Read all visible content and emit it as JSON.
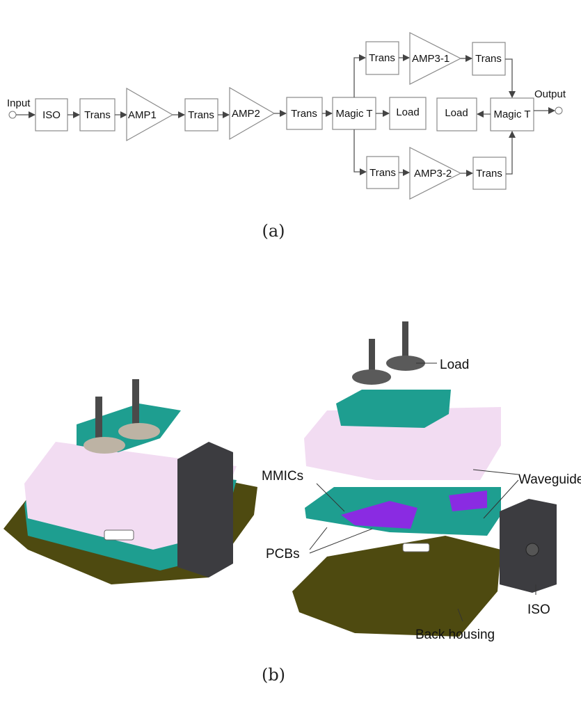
{
  "panel_a": {
    "caption": "(a)",
    "input_label": "Input",
    "output_label": "Output",
    "blocks": {
      "iso": "ISO",
      "trans1": "Trans",
      "amp1": "AMP1",
      "trans2": "Trans",
      "amp2": "AMP2",
      "trans3": "Trans",
      "magic_t1": "Magic T",
      "load1": "Load",
      "trans_up_in": "Trans",
      "amp3_1": "AMP3-1",
      "trans_up_out": "Trans",
      "trans_dn_in": "Trans",
      "amp3_2": "AMP3-2",
      "trans_dn_out": "Trans",
      "magic_t2": "Magic T",
      "load2": "Load"
    }
  },
  "panel_b": {
    "caption": "(b)",
    "labels": {
      "load": "Load",
      "mmics": "MMICs",
      "waveguide": "Waveguide",
      "pcbs": "PCBs",
      "iso": "ISO",
      "back_housing": "Back housing"
    },
    "colors": {
      "housing": "#4e4a10",
      "pcb": "#1e9e90",
      "cover": "#f2dcf2",
      "mmic": "#8a2be2",
      "iso_block": "#3c3c40",
      "load": "#4a4a4a"
    }
  }
}
